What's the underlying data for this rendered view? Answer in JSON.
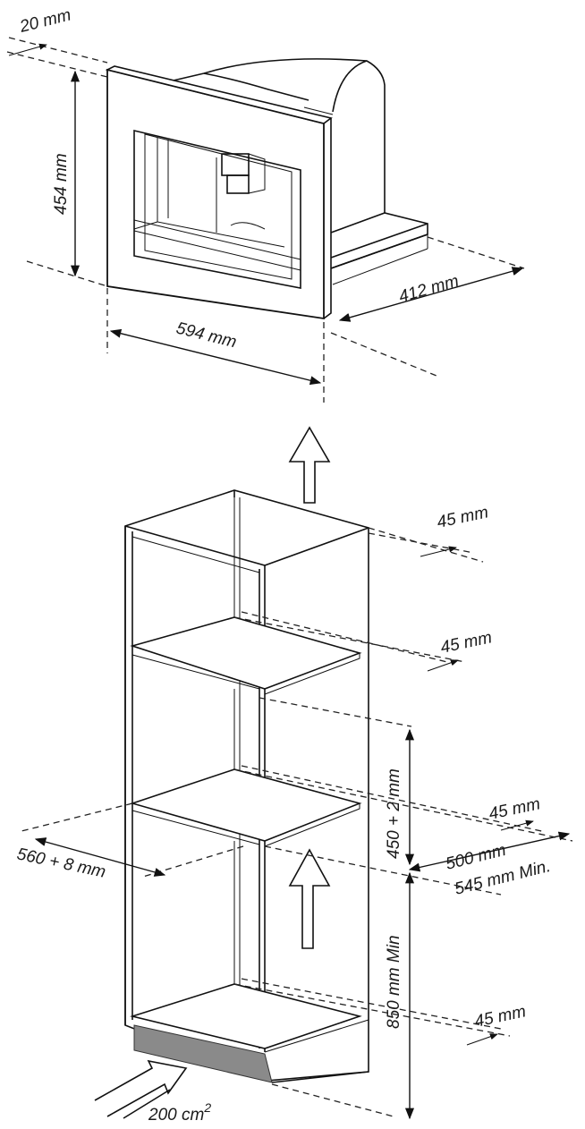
{
  "dimensions": {
    "panel_thickness": "20 mm",
    "appliance_height": "454  mm",
    "appliance_width": "594 mm",
    "appliance_depth": "412 mm",
    "top_gap": "45 mm",
    "shelf_gap": "45 mm",
    "niche_height": "450 + 2 mm",
    "niche_width": "560 + 8 mm",
    "lower_shelf_gap": "45 mm",
    "niche_depth": "500 mm",
    "min_depth": "545 mm Min.",
    "min_height": "850 mm Min",
    "bottom_gap": "45 mm",
    "ventilation_base": "200 cm",
    "ventilation_exp": "2"
  }
}
